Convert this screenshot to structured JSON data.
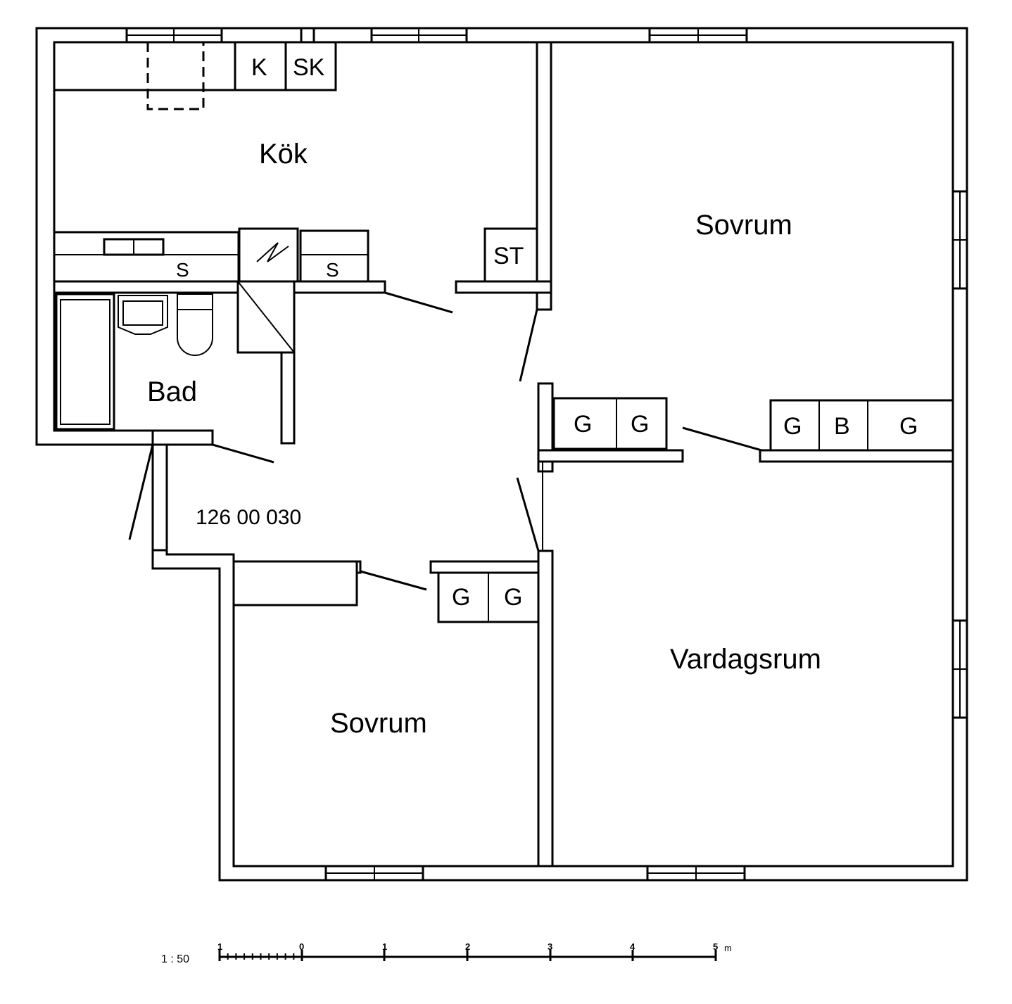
{
  "rooms": {
    "kitchen": "Kök",
    "bedroom_top": "Sovrum",
    "bath": "Bad",
    "bedroom_bottom": "Sovrum",
    "living": "Vardagsrum"
  },
  "apartment_code": "126 00 030",
  "fixtures": {
    "fridge": "K",
    "freezer": "SK",
    "sink_left": "S",
    "sink_right": "S",
    "storage": "ST",
    "wardrobe": "G",
    "broom_closet": "B"
  },
  "scale": {
    "ratio": "1 : 50",
    "unit": "m",
    "ticks": [
      "1",
      "0",
      "1",
      "2",
      "3",
      "4",
      "5"
    ]
  }
}
